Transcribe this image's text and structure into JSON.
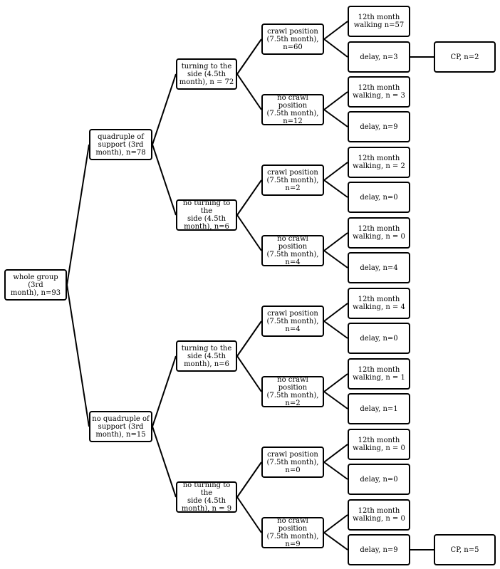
{
  "colors": {
    "stroke": "#000000",
    "background": "#ffffff"
  },
  "nodes": {
    "root": "whole group (3rd\nmonth), n=93",
    "q1": "quadruple of\nsupport (3rd\nmonth), n=78",
    "q2": "no quadruple of\nsupport (3rd\nmonth), n=15",
    "t1": "turning to the\nside (4.5th\nmonth), n = 72",
    "t2": "no turning to the\nside (4.5th\nmonth), n=6",
    "t3": "turning to the\nside (4.5th\nmonth), n=6",
    "t4": "no turning to the\nside (4.5th\nmonth), n = 9",
    "c1": "crawl position\n(7.5th month),\nn=60",
    "c2": "no crawl position\n(7.5th month),\nn=12",
    "c3": "crawl position\n(7.5th month),\nn=2",
    "c4": "no crawl position\n(7.5th month),\nn=4",
    "c5": "crawl position\n(7.5th month),\nn=4",
    "c6": "no crawl position\n(7.5th month),\nn=2",
    "c7": "crawl position\n(7.5th month),\nn=0",
    "c8": "no crawl position\n(7.5th month),\nn=9",
    "w1": "12th month\nwalking n=57",
    "d1": "delay, n=3",
    "w2": "12th month\nwalking, n = 3",
    "d2": "delay, n=9",
    "w3": "12th month\nwalking, n = 2",
    "d3": "delay, n=0",
    "w4": "12th month\nwalking, n = 0",
    "d4": "delay, n=4",
    "w5": "12th month\nwalking, n = 4",
    "d5": "delay, n=0",
    "w6": "12th month\nwalking, n = 1",
    "d6": "delay, n=1",
    "w7": "12th month\nwalking, n = 0",
    "d7": "delay, n=0",
    "w8": "12th month\nwalking, n = 0",
    "d8": "delay, n=9",
    "cp1": "CP, n=2",
    "cp2": "CP, n=5"
  }
}
